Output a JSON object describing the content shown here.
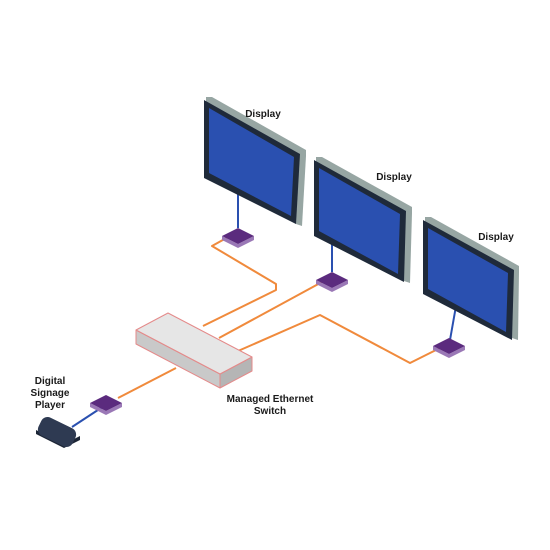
{
  "labels": {
    "display_1": "Display",
    "display_2": "Display",
    "display_3": "Display",
    "switch_line1": "Managed Ethernet",
    "switch_line2": "Switch",
    "player_line1": "Digital",
    "player_line2": "Signage",
    "player_line3": "Player"
  },
  "colors": {
    "screen": "#2a50b0",
    "bezel": "#1f2a3a",
    "bezel_edge": "#97a6a3",
    "cable": "#f08a3c",
    "receiver": "#5b2b7e",
    "receiver_side": "#9a78b6",
    "switch_body": "#dcdcdc",
    "switch_outline": "#e48a8a",
    "player": "#2e3a52",
    "video_link": "#2a50b0"
  }
}
